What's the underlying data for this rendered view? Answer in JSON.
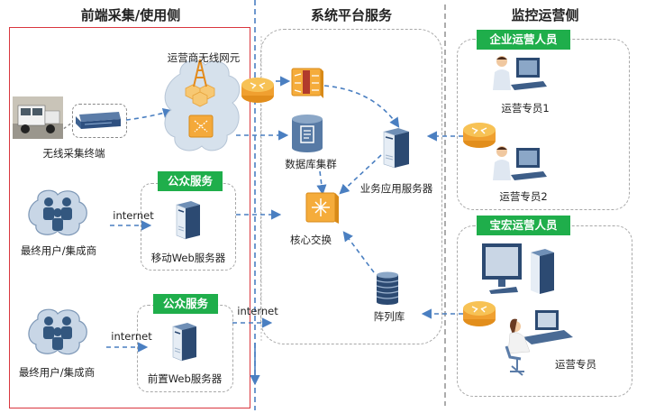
{
  "columns": {
    "left_title": "前端采集/使用侧",
    "middle_title": "系统平台服务",
    "right_title": "监控运营侧"
  },
  "left": {
    "carrier_network_label": "运营商无线网元",
    "terminal_label": "无线采集终端",
    "public_service_tag_1": "公众服务",
    "public_service_tag_2": "公众服务",
    "end_user_label_1": "最终用户/集成商",
    "end_user_label_2": "最终用户/集成商",
    "internet_label_1": "internet",
    "internet_label_2": "internet",
    "mobile_web_server_label": "移动Web服务器",
    "front_web_server_label": "前置Web服务器"
  },
  "middle": {
    "internet_label": "internet",
    "db_cluster_label": "数据库集群",
    "app_server_label": "业务应用服务器",
    "core_switch_label": "核心交换",
    "array_db_label": "阵列库"
  },
  "right": {
    "enterprise_tag": "企业运营人员",
    "operator1_label": "运营专员1",
    "operator2_label": "运营专员2",
    "baohong_tag": "宝宏运营人员",
    "operator_label": "运营专员"
  },
  "colors": {
    "green_tag": "#1fae4b",
    "red_border": "#d9363e",
    "arrow_blue": "#4a7fc1",
    "router_orange": "#f0a030",
    "server_navy": "#2c4a72"
  }
}
